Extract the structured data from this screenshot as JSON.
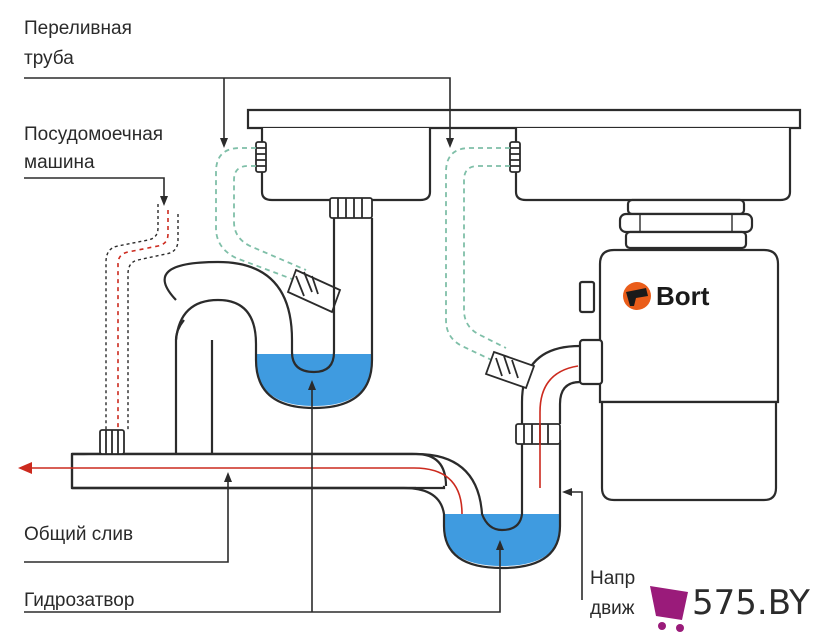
{
  "labels": {
    "overflow_line1": "Переливная",
    "overflow_line2": "труба",
    "dishwasher_line1": "Посудомоечная",
    "dishwasher_line2": "машина",
    "common_drain": "Общий слив",
    "water_seal": "Гидрозатвор",
    "direction_line1": "Напр",
    "direction_line2": "движ"
  },
  "brand": "Bort",
  "watermark": "575.BY",
  "colors": {
    "outline": "#2b2b2b",
    "water": "#3f9be0",
    "water_light": "#7cc2f0",
    "flow_arrow": "#cc2a1e",
    "overflow_dashed": "#7fbfa8",
    "brand_orange": "#ea5d1a",
    "watermark_icon": "#9a1b7a"
  }
}
